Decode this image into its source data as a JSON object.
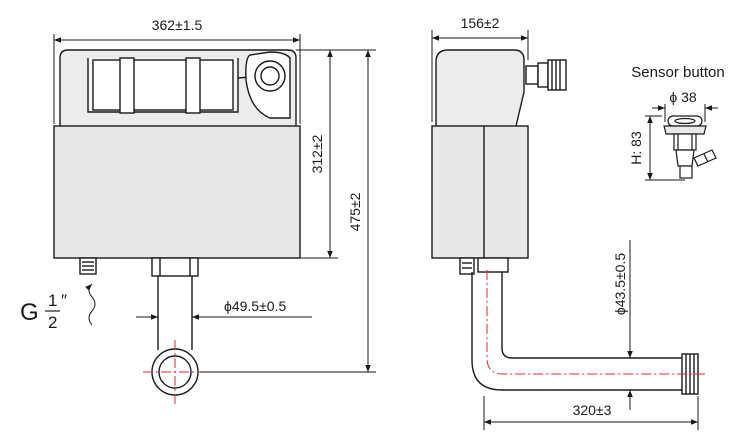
{
  "front_view": {
    "width_dim": "362±1.5",
    "body_height_dim": "312±2",
    "total_height_dim": "475±2",
    "outlet_dia_dim": "ϕ49.5±0.5",
    "inlet_thread": {
      "letter": "G",
      "num": "1",
      "den": "2",
      "mark": "″"
    }
  },
  "side_view": {
    "depth_dim": "156±2",
    "pipe_dia_dim": "ϕ43.5±0.5",
    "pipe_length_dim": "320±3"
  },
  "sensor": {
    "title": "Sensor button",
    "dia_dim": "ϕ 38",
    "height_dim": "H: 83"
  },
  "colors": {
    "line": "#1a1a1a",
    "body": "#e8e8e8",
    "centerline": "#e0282d"
  }
}
